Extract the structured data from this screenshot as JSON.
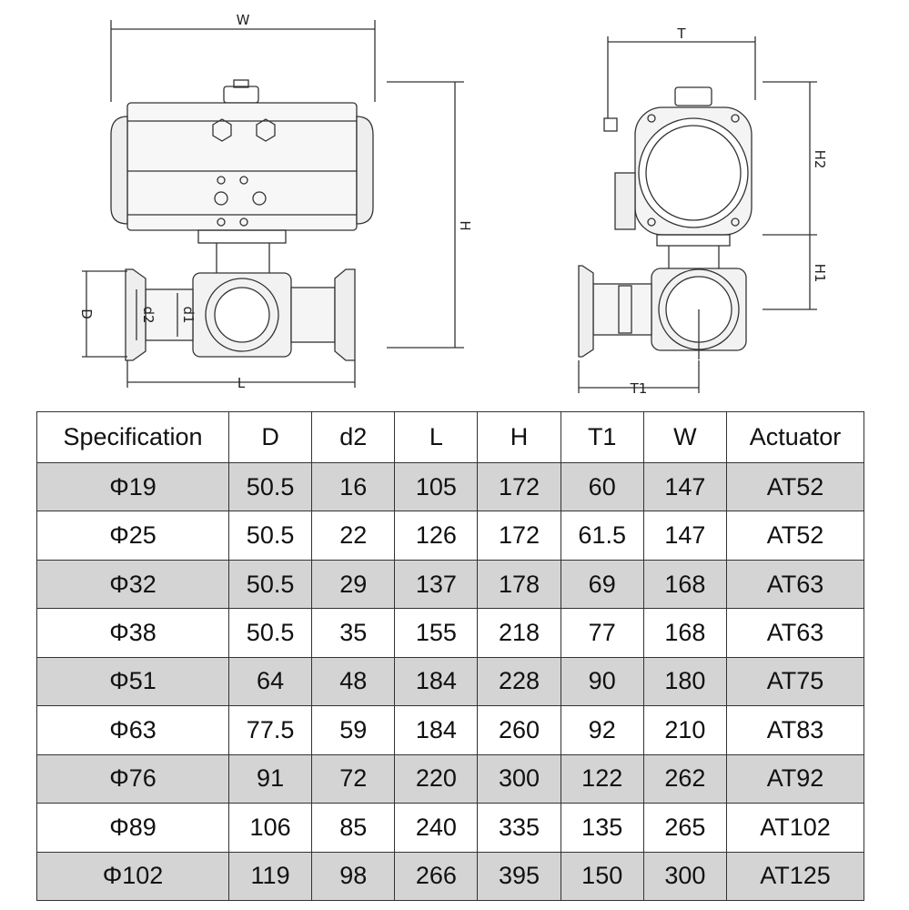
{
  "drawing": {
    "front_view": {
      "label_w": "W",
      "label_h": "H",
      "label_d": "D",
      "label_d2": "d2",
      "label_d1": "d1",
      "label_l": "L"
    },
    "side_view": {
      "label_t": "T",
      "label_h2": "H2",
      "label_h1": "H1",
      "label_t1": "T1"
    }
  },
  "table": {
    "headers": [
      "Specification",
      "D",
      "d2",
      "L",
      "H",
      "T1",
      "W",
      "Actuator"
    ],
    "rows": [
      [
        "Φ19",
        "50.5",
        "16",
        "105",
        "172",
        "60",
        "147",
        "AT52"
      ],
      [
        "Φ25",
        "50.5",
        "22",
        "126",
        "172",
        "61.5",
        "147",
        "AT52"
      ],
      [
        "Φ32",
        "50.5",
        "29",
        "137",
        "178",
        "69",
        "168",
        "AT63"
      ],
      [
        "Φ38",
        "50.5",
        "35",
        "155",
        "218",
        "77",
        "168",
        "AT63"
      ],
      [
        "Φ51",
        "64",
        "48",
        "184",
        "228",
        "90",
        "180",
        "AT75"
      ],
      [
        "Φ63",
        "77.5",
        "59",
        "184",
        "260",
        "92",
        "210",
        "AT83"
      ],
      [
        "Φ76",
        "91",
        "72",
        "220",
        "300",
        "122",
        "262",
        "AT92"
      ],
      [
        "Φ89",
        "106",
        "85",
        "240",
        "335",
        "135",
        "265",
        "AT102"
      ],
      [
        "Φ102",
        "119",
        "98",
        "266",
        "395",
        "150",
        "300",
        "AT125"
      ]
    ]
  }
}
